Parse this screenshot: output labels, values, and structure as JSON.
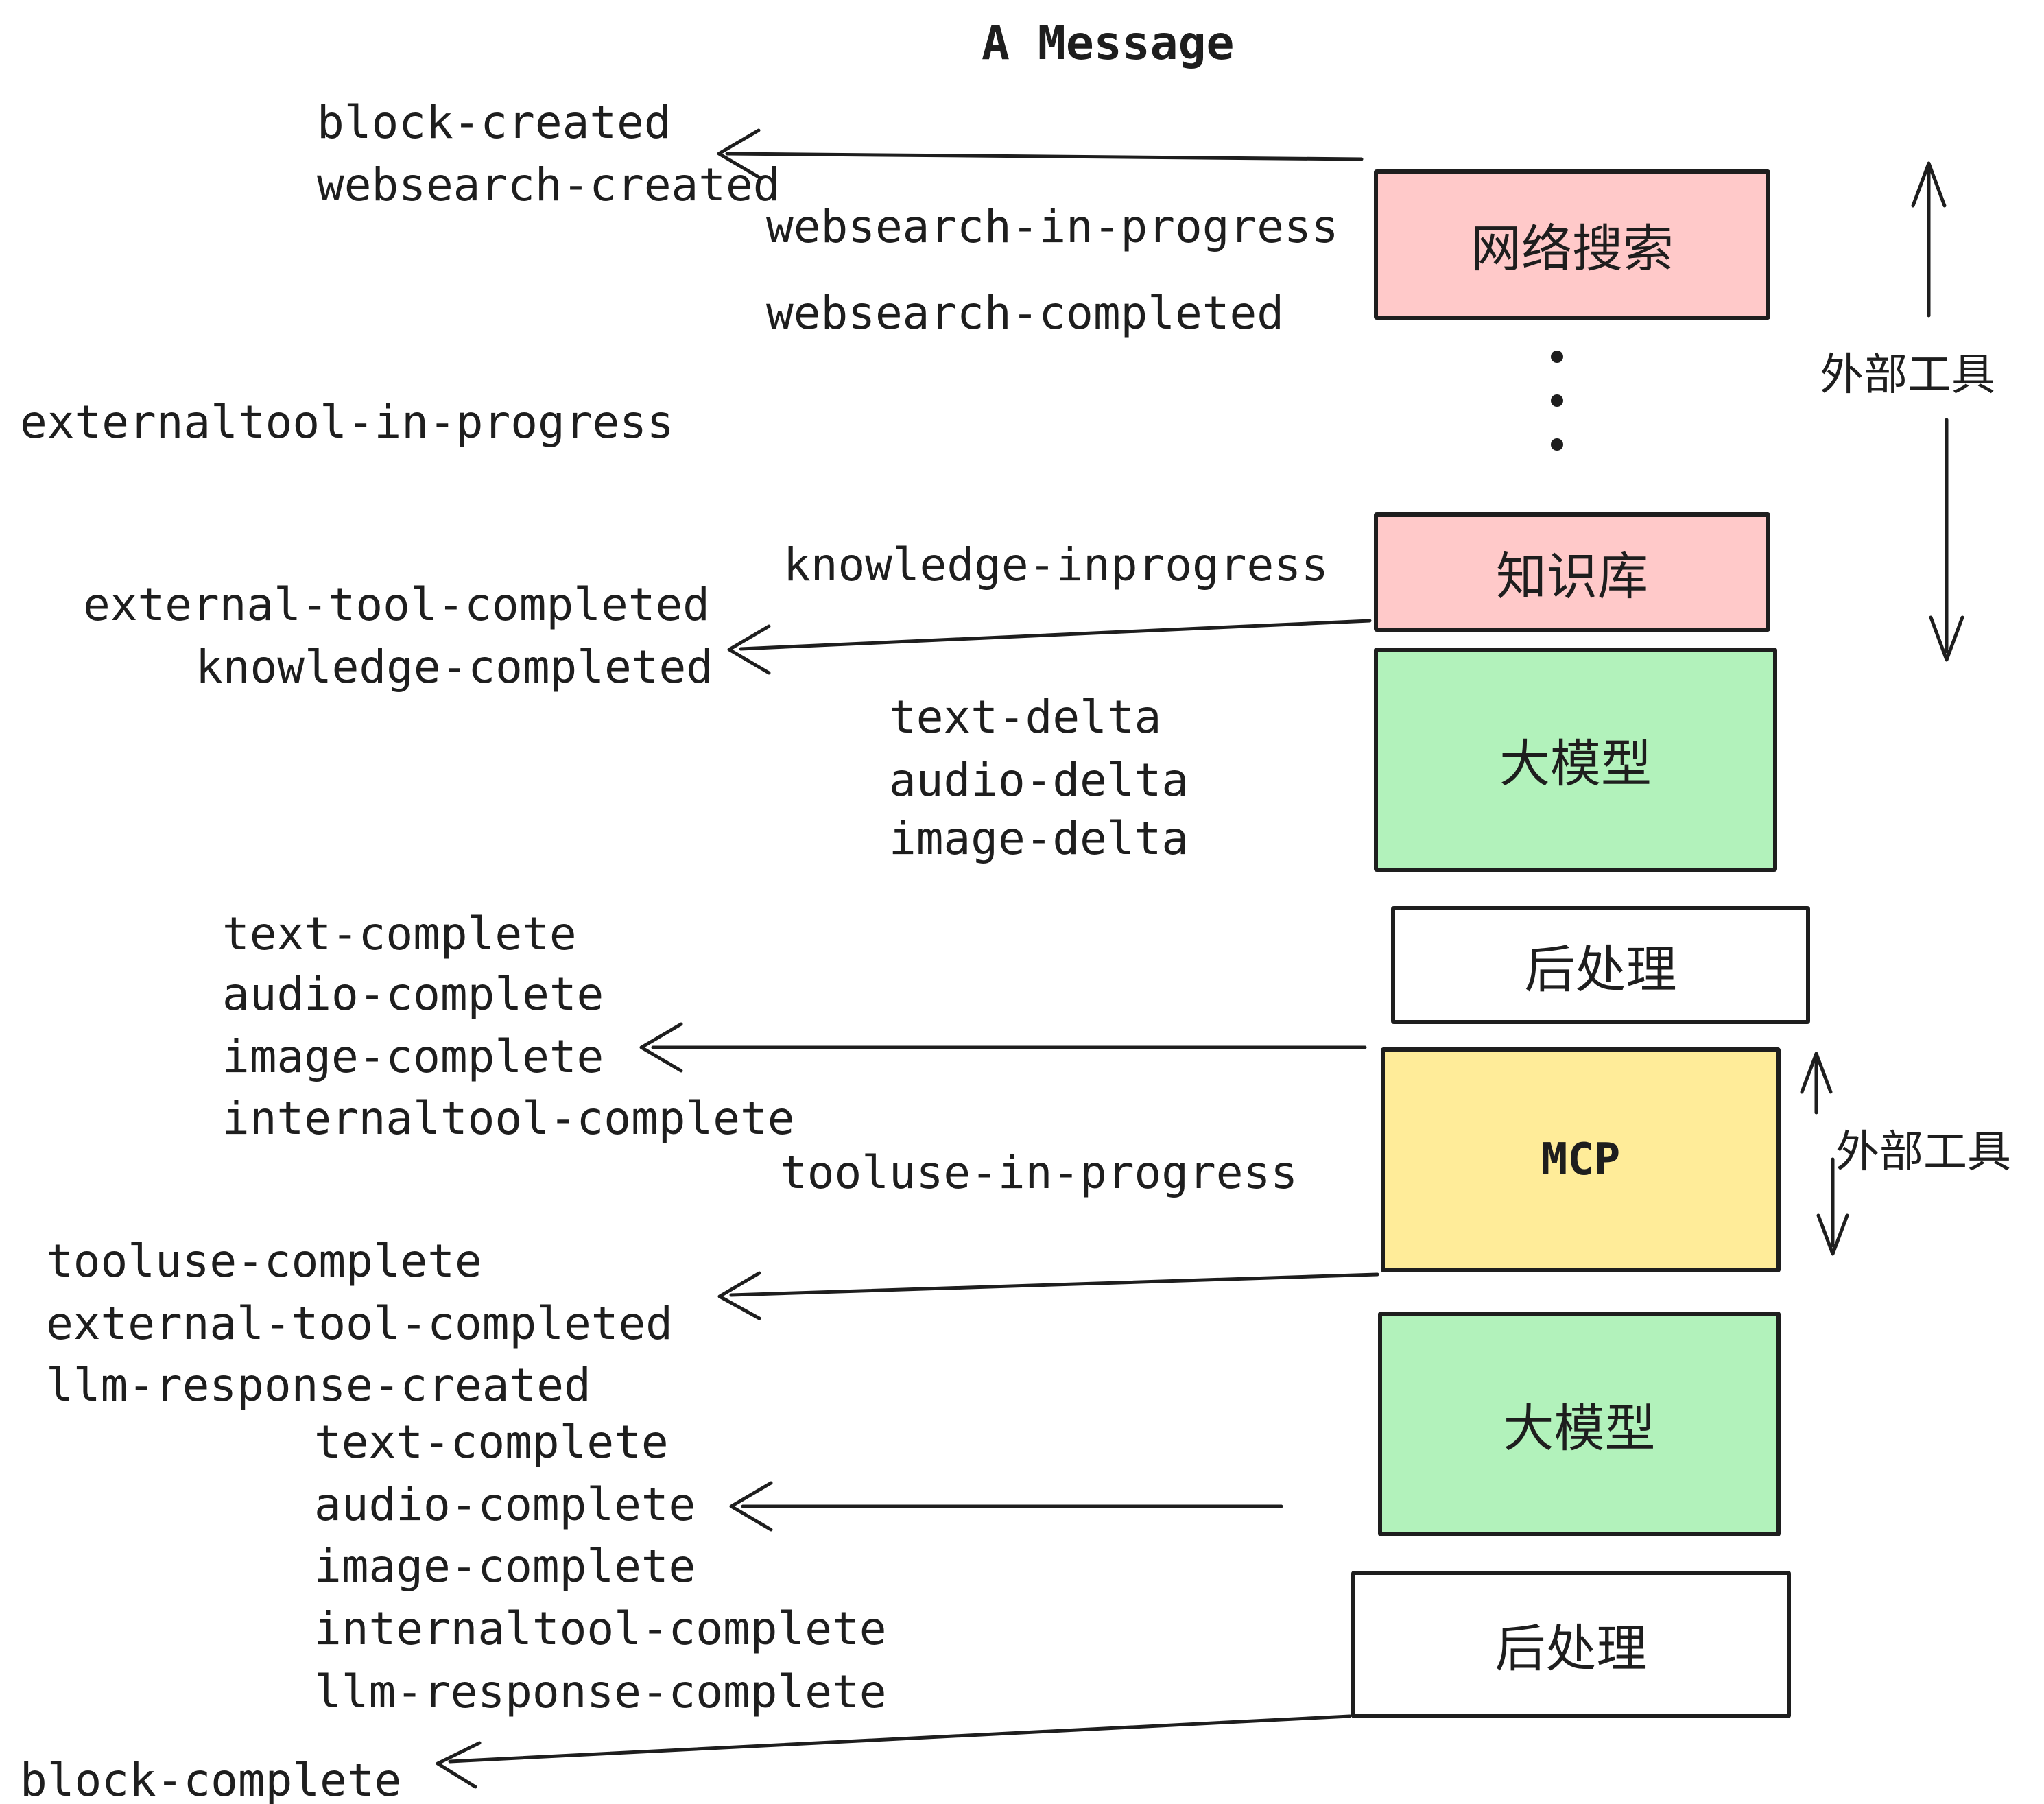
{
  "title": "A Message",
  "events": [
    {
      "text": "block-created"
    },
    {
      "text": "websearch-created"
    },
    {
      "text": "websearch-in-progress"
    },
    {
      "text": "websearch-completed"
    },
    {
      "text": "externaltool-in-progress"
    },
    {
      "text": "knowledge-inprogress"
    },
    {
      "text": "external-tool-completed"
    },
    {
      "text": "knowledge-completed"
    },
    {
      "text": "text-delta"
    },
    {
      "text": "audio-delta"
    },
    {
      "text": "image-delta"
    },
    {
      "text": "text-complete"
    },
    {
      "text": "audio-complete"
    },
    {
      "text": "image-complete"
    },
    {
      "text": "internaltool-complete"
    },
    {
      "text": "tooluse-in-progress"
    },
    {
      "text": "tooluse-complete"
    },
    {
      "text": "external-tool-completed"
    },
    {
      "text": "llm-response-created"
    },
    {
      "text": "text-complete"
    },
    {
      "text": "audio-complete"
    },
    {
      "text": "image-complete"
    },
    {
      "text": "internaltool-complete"
    },
    {
      "text": "llm-response-complete"
    },
    {
      "text": "block-complete"
    }
  ],
  "boxes": [
    {
      "label": "网络搜索",
      "fill": "#ffc9c9"
    },
    {
      "label": "知识库",
      "fill": "#ffc9c9"
    },
    {
      "label": "大模型",
      "fill": "#b2f2bb"
    },
    {
      "label": "后处理",
      "fill": "#ffffff"
    },
    {
      "label": "MCP",
      "fill": "#ffec99"
    },
    {
      "label": "大模型",
      "fill": "#b2f2bb"
    },
    {
      "label": "后处理",
      "fill": "#ffffff"
    }
  ],
  "side_labels": [
    {
      "text": "外部工具"
    },
    {
      "text": "外部工具"
    }
  ],
  "colors": {
    "ink": "#1e1e1e",
    "pink": "#ffc9c9",
    "green": "#b2f2bb",
    "yellow": "#ffec99",
    "white": "#ffffff"
  }
}
